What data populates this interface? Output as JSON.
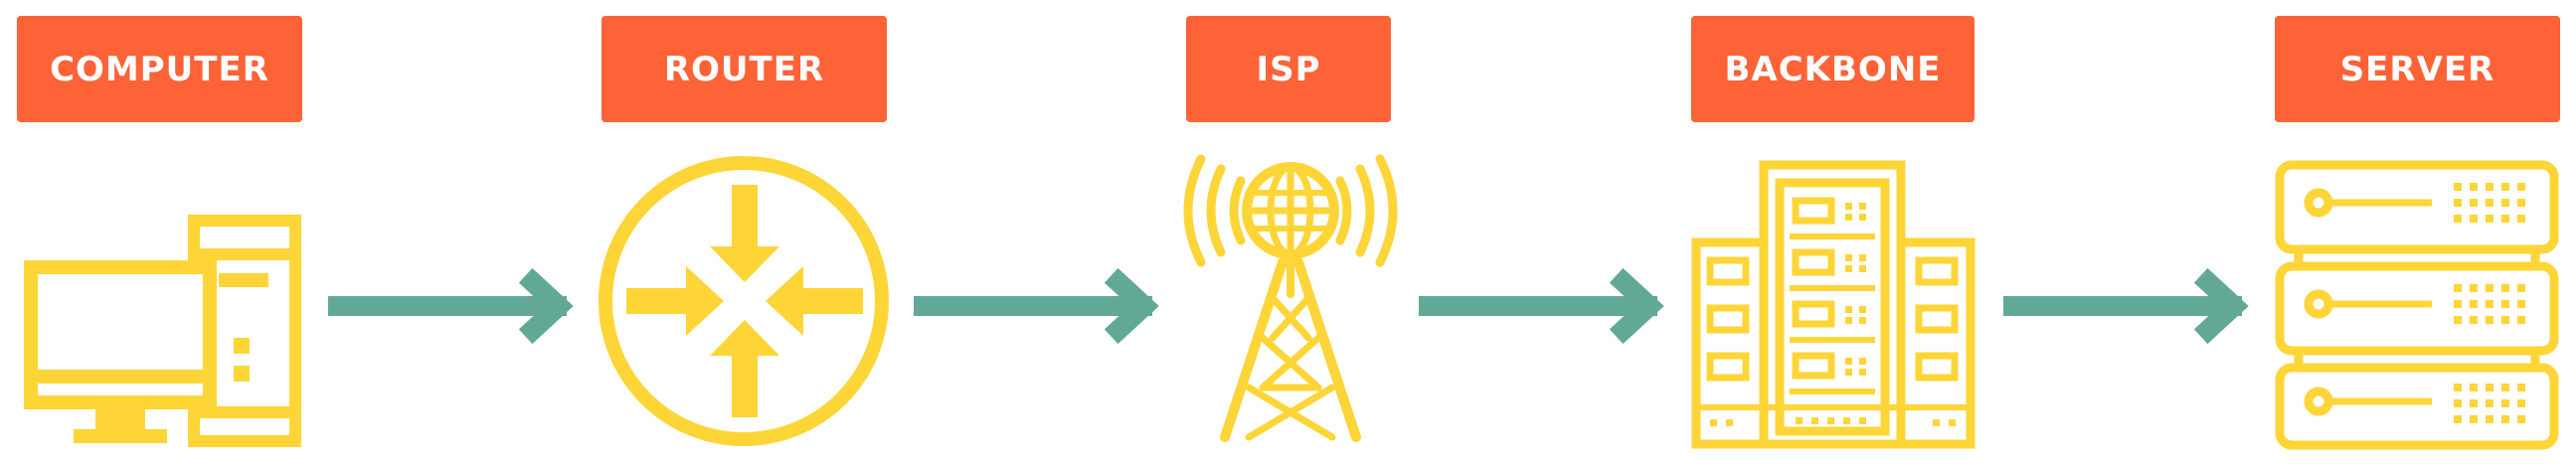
{
  "colors": {
    "label_bg": "#fe6237",
    "label_text": "#ffffff",
    "icon": "#fdd537",
    "arrow": "#62a897"
  },
  "steps": [
    {
      "label": "COMPUTER",
      "icon": "desktop-computer-icon"
    },
    {
      "label": "ROUTER",
      "icon": "router-icon"
    },
    {
      "label": "ISP",
      "icon": "radio-tower-icon"
    },
    {
      "label": "BACKBONE",
      "icon": "data-center-icon"
    },
    {
      "label": "SERVER",
      "icon": "server-rack-icon"
    }
  ]
}
